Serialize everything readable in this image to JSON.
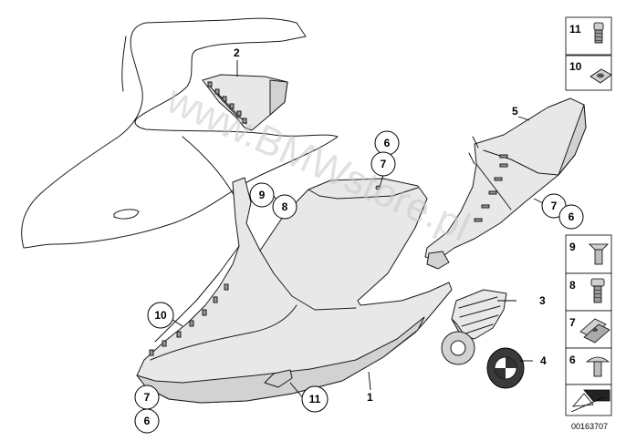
{
  "watermark": "www.BMWstore.pl",
  "reference_number": "00163707",
  "callouts": {
    "c1": "1",
    "c2": "2",
    "c3": "3",
    "c4": "4",
    "c5": "5",
    "c6a": "6",
    "c7a": "7",
    "c6b": "6",
    "c7b": "7",
    "c9": "9",
    "c8": "8",
    "c10": "10",
    "c11": "11",
    "c6c": "6",
    "c7c": "7"
  },
  "legend": [
    {
      "num": "11",
      "part": "screw-sleeve"
    },
    {
      "num": "10",
      "part": "square-nut"
    },
    {
      "num": "9",
      "part": "flat-head-screw"
    },
    {
      "num": "8",
      "part": "collar-screw"
    },
    {
      "num": "7",
      "part": "clip-nut"
    },
    {
      "num": "6",
      "part": "oval-head-screw"
    },
    {
      "num": "",
      "part": "direction-arrow"
    }
  ]
}
